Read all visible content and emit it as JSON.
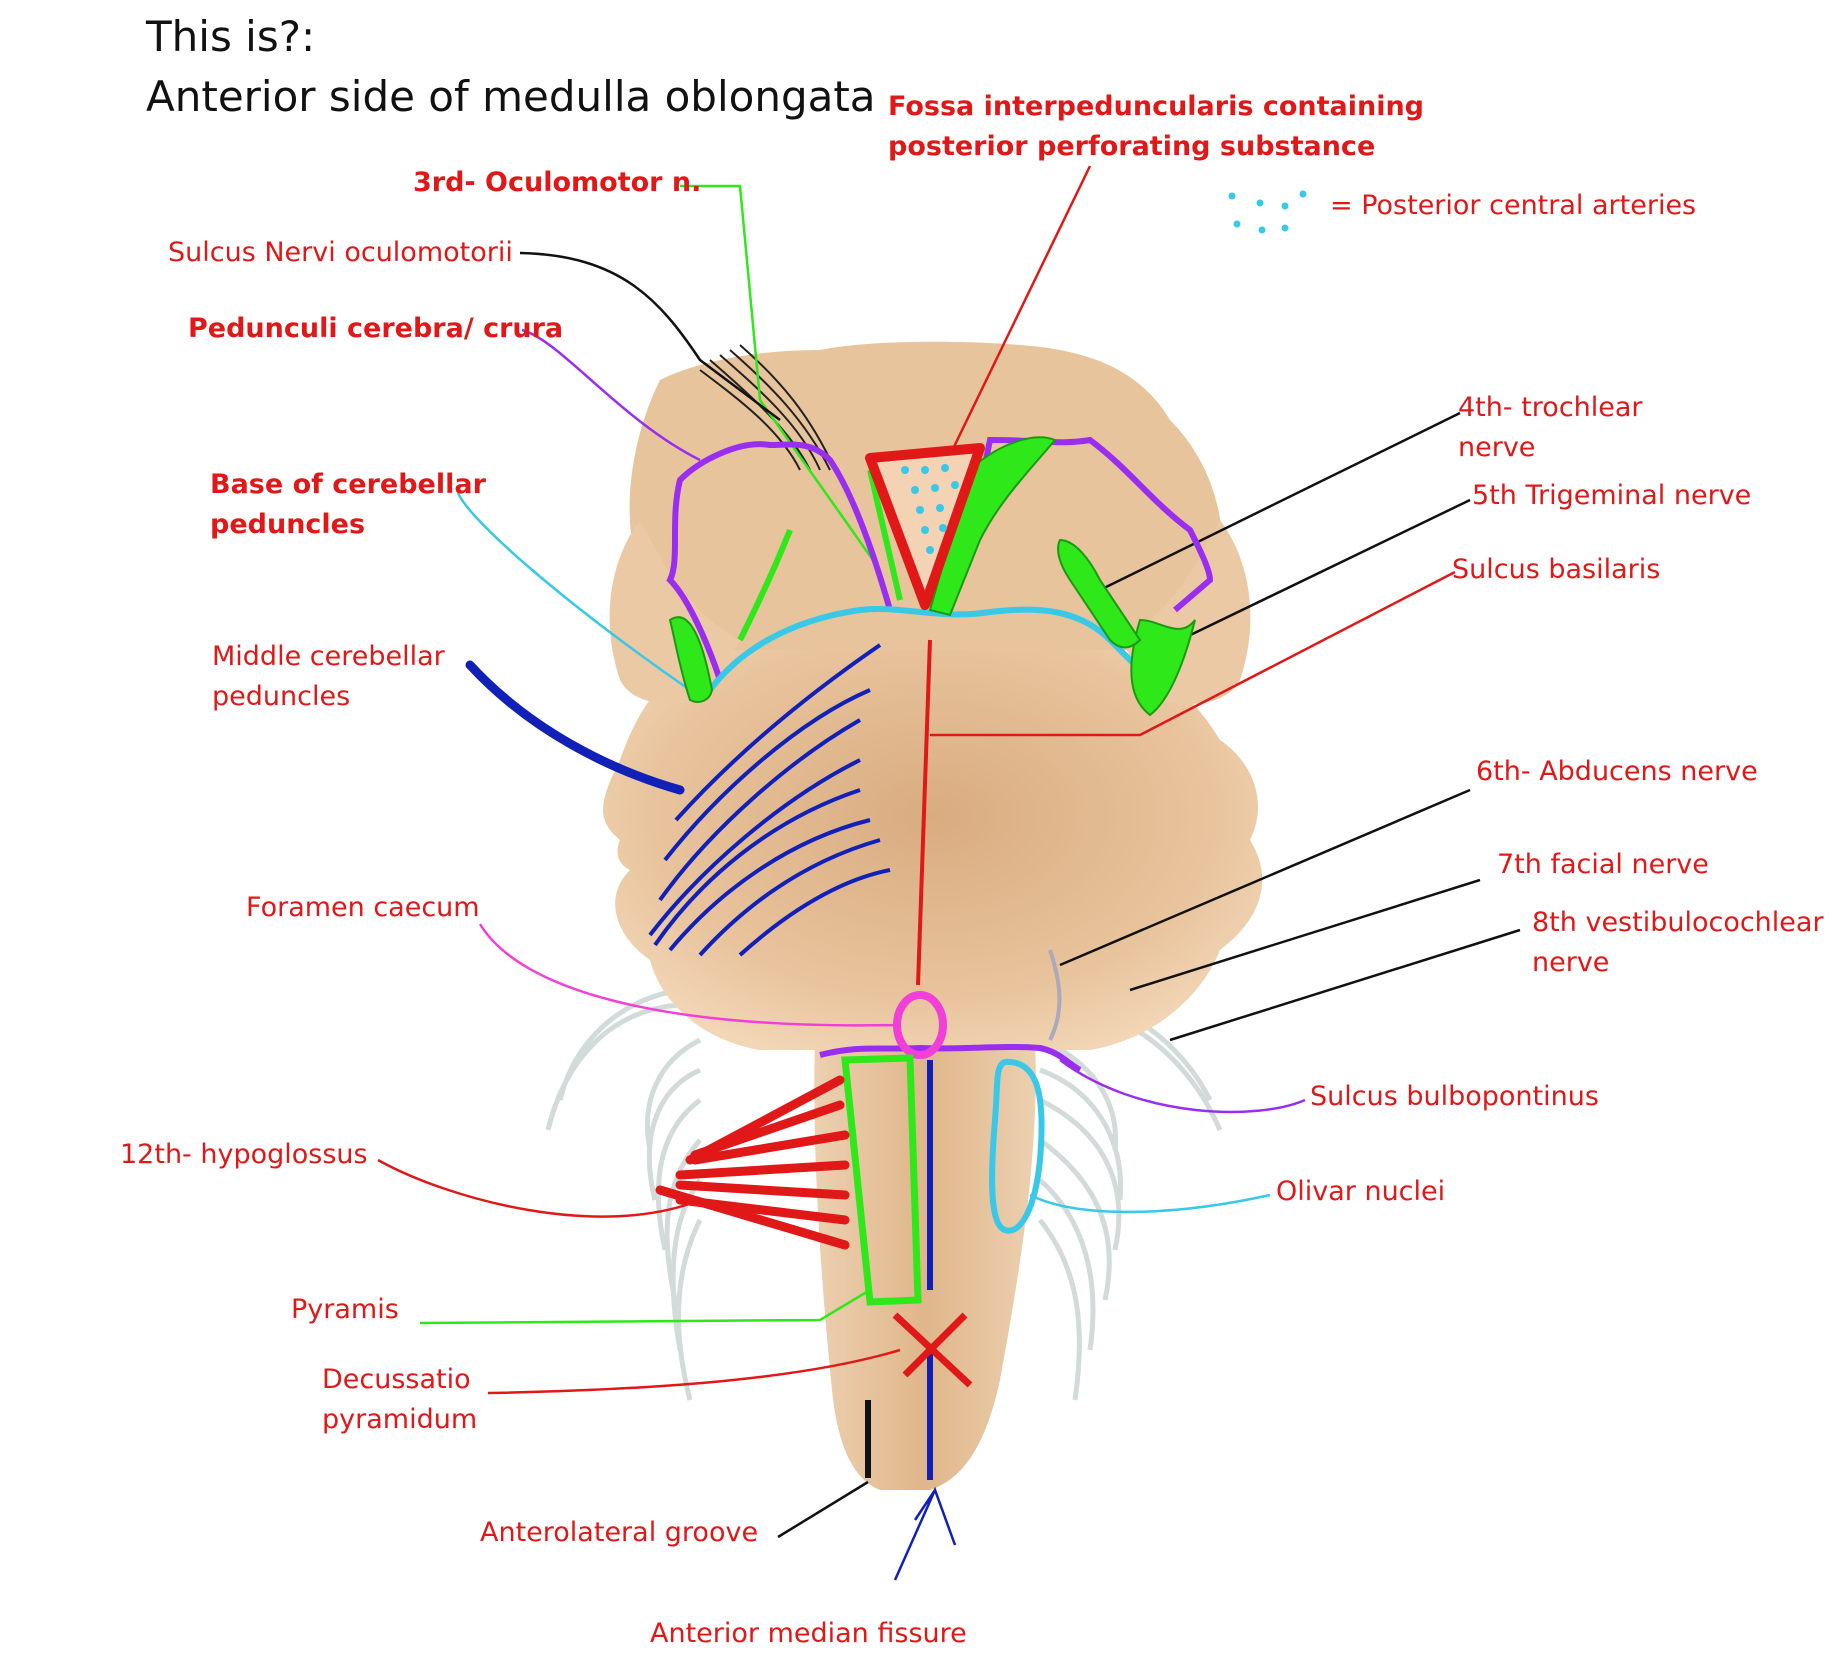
{
  "title": {
    "line1": "This is?:",
    "line2": "Anterior side of medulla oblongata"
  },
  "legend": {
    "text": "= Posterior central  arteries",
    "dot_color": "#38c8e8"
  },
  "labels": {
    "fossa_l1": "Fossa interpeduncularis containing",
    "fossa_l2": "posterior perforating substance",
    "oculomotor": "3rd- Oculomotor n.",
    "sulcus_oculomotorii": "Sulcus Nervi oculomotorii",
    "pedunculi": "Pedunculi cerebra/ crura",
    "base_cerebellar_l1": "Base of cerebellar",
    "base_cerebellar_l2": "peduncles",
    "middle_cerebellar_l1": "Middle cerebellar",
    "middle_cerebellar_l2": "peduncles",
    "foramen_caecum": "Foramen caecum",
    "hypoglossus": "12th- hypoglossus",
    "pyramis": "Pyramis",
    "decussatio_l1": "Decussatio",
    "decussatio_l2": "pyramidum",
    "anterolateral": "Anterolateral groove",
    "anterior_median": "Anterior median fissure",
    "trochlear_l1": "4th- trochlear",
    "trochlear_l2": "nerve",
    "trigeminal": "5th Trigeminal nerve",
    "sulcus_basilaris": "Sulcus basilaris",
    "abducens": "6th- Abducens nerve",
    "facial": "7th facial nerve",
    "vestibulo_l1": "8th vestibulocochlear",
    "vestibulo_l2": "nerve",
    "bulbopontinus": "Sulcus bulbopontinus",
    "olivar": "Olivar nuclei"
  },
  "colors": {
    "label": "#e01818",
    "tissue": "#e6c29c",
    "nerve_gray": "#cfd6d6",
    "green": "#2ee81a",
    "purple": "#9a2ef0",
    "cyan": "#38c8e8",
    "blue": "#1020b8",
    "magenta": "#f040d8",
    "black": "#111111"
  }
}
